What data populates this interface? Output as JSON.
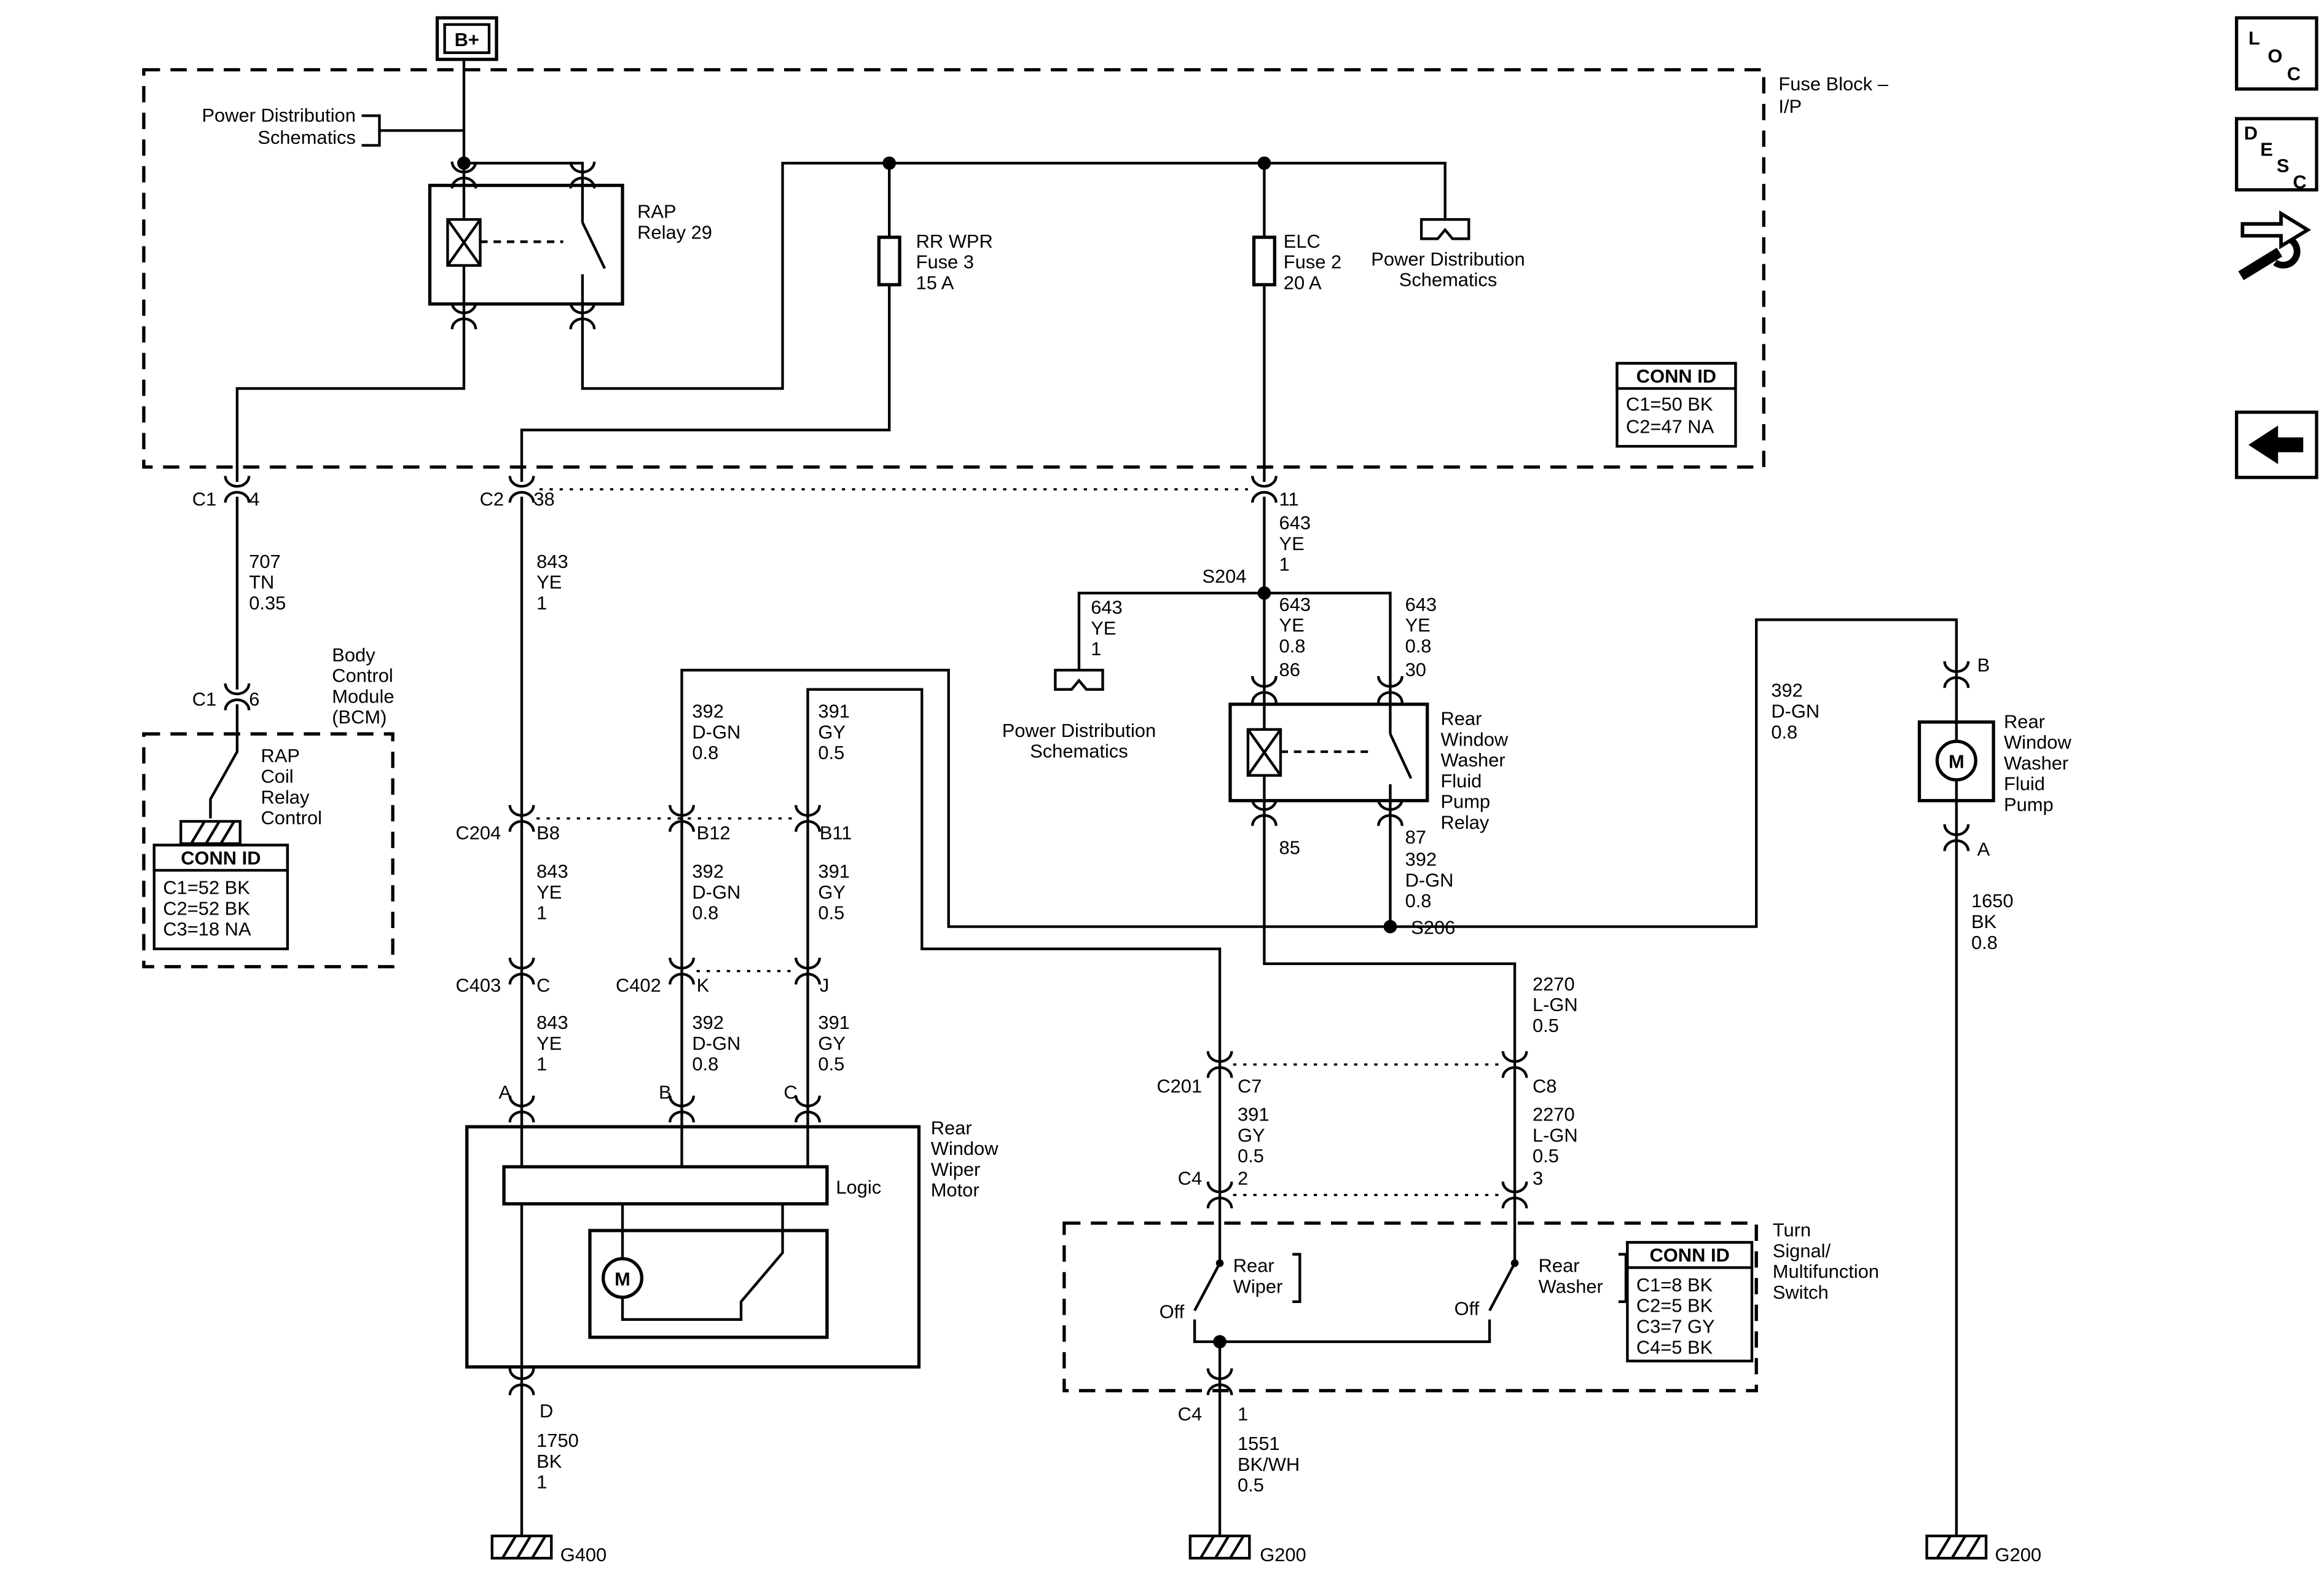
{
  "page": {
    "background": "#ffffff",
    "ink": "#000000"
  },
  "sidebar": {
    "loc": [
      "L",
      "O",
      "C"
    ],
    "desc": [
      "D",
      "E",
      "S",
      "C"
    ]
  },
  "l": {
    "bplus": "B+",
    "pds": [
      "Power Distribution",
      "Schematics"
    ],
    "fuse_block": [
      "Fuse Block –",
      "I/P"
    ],
    "rap_relay": [
      "RAP",
      "Relay 29"
    ],
    "fuse3": [
      "RR WPR",
      "Fuse 3",
      "15 A"
    ],
    "fuse2": [
      "ELC",
      "Fuse 2",
      "20 A"
    ],
    "connid": "CONN ID",
    "connid1_rows": [
      "C1=50 BK",
      "C2=47 NA"
    ],
    "connid2_rows": [
      "C1=52 BK",
      "C2=52 BK",
      "C3=18 NA"
    ],
    "connid3_rows": [
      "C1=8 BK",
      "C2=5 BK",
      "C3=7 GY",
      "C4=5 BK"
    ],
    "c1": "C1",
    "c2": "C2",
    "c4": "C4",
    "c204": "C204",
    "c403": "C403",
    "c402": "C402",
    "c201": "C201",
    "c7": "C7",
    "c8": "C8",
    "s204": "S204",
    "s206": "S206",
    "p1": "1",
    "p2": "2",
    "p3": "3",
    "p4": "4",
    "p6": "6",
    "p11": "11",
    "p38": "38",
    "p30": "30",
    "p85": "85",
    "p86": "86",
    "p87": "87",
    "pA": "A",
    "pB": "B",
    "pC": "C",
    "pD": "D",
    "pK": "K",
    "pJ": "J",
    "b8": "B8",
    "b12": "B12",
    "b11": "B11",
    "w707": [
      "707",
      "TN",
      "0.35"
    ],
    "w843": [
      "843",
      "YE",
      "1"
    ],
    "w392": [
      "392",
      "D-GN",
      "0.8"
    ],
    "w391": [
      "391",
      "GY",
      "0.5"
    ],
    "w643_1": [
      "643",
      "YE",
      "1"
    ],
    "w643_08": [
      "643",
      "YE",
      "0.8"
    ],
    "w2270": [
      "2270",
      "L-GN",
      "0.5"
    ],
    "w1750": [
      "1750",
      "BK",
      "1"
    ],
    "w1551": [
      "1551",
      "BK/WH",
      "0.5"
    ],
    "w1650": [
      "1650",
      "BK",
      "0.8"
    ],
    "bcm": [
      "Body",
      "Control",
      "Module",
      "(BCM)"
    ],
    "rap_coil": [
      "RAP",
      "Coil",
      "Relay",
      "Control"
    ],
    "wiper_motor": [
      "Rear",
      "Window",
      "Wiper",
      "Motor"
    ],
    "logic": "Logic",
    "m_label": "M",
    "washer_relay": [
      "Rear",
      "Window",
      "Washer",
      "Fluid",
      "Pump",
      "Relay"
    ],
    "washer_pump": [
      "Rear",
      "Window",
      "Washer",
      "Fluid",
      "Pump"
    ],
    "turn_signal": [
      "Turn",
      "Signal/",
      "Multifunction",
      "Switch"
    ],
    "rear_wiper": [
      "Rear",
      "Wiper"
    ],
    "rear_washer": [
      "Rear",
      "Washer"
    ],
    "off": "Off",
    "g400": "G400",
    "g200": "G200"
  }
}
